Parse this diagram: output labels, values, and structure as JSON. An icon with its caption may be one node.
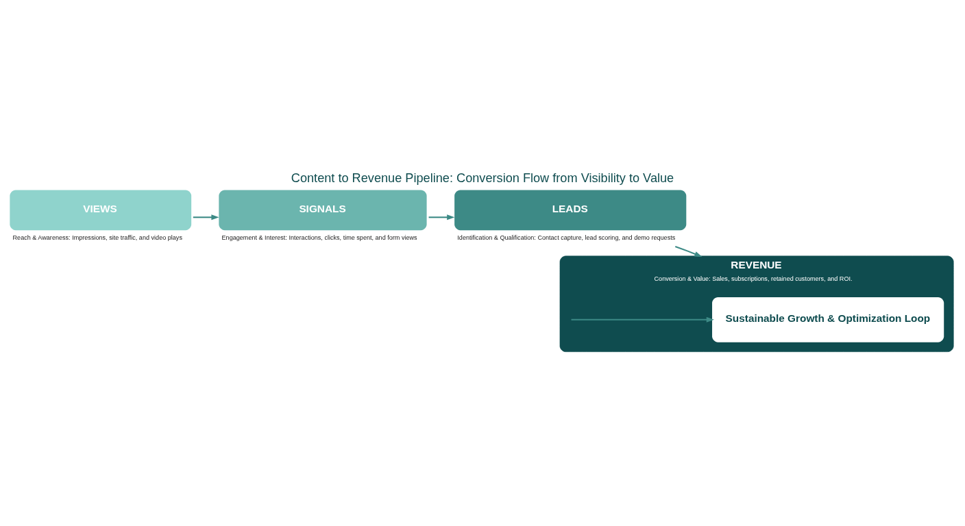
{
  "diagram": {
    "title": "Content to Revenue Pipeline: Conversion Flow from Visibility to Value",
    "nodes": [
      {
        "text": [
          "VIEWS"
        ],
        "beside": [
          "Reach & Awareness: Impressions, site traffic, and video plays"
        ]
      },
      {
        "text": [
          "SIGNALS"
        ],
        "beside": [
          "Engagement & Interest: Interactions, clicks, time spent, and form views"
        ]
      },
      {
        "text": [
          "LEADS"
        ],
        "beside": [
          "Identification & Qualification: Contact capture, lead scoring, and demo requests"
        ]
      },
      {
        "text": [
          "REVENUE",
          "Conversion & Value: Sales, subscriptions, retained customers, and ROI."
        ]
      },
      {
        "text": [
          "Sustainable Growth & Optimization Loop"
        ],
        "in": 3
      }
    ],
    "edges": [
      {
        "from": 0,
        "to": 1,
        "arrow": "to"
      },
      {
        "from": 1,
        "to": 2,
        "arrow": "to"
      },
      {
        "from": 2,
        "to": 3,
        "arrow": "to"
      },
      {
        "from": null,
        "to": 4,
        "arrow": "to"
      }
    ]
  }
}
